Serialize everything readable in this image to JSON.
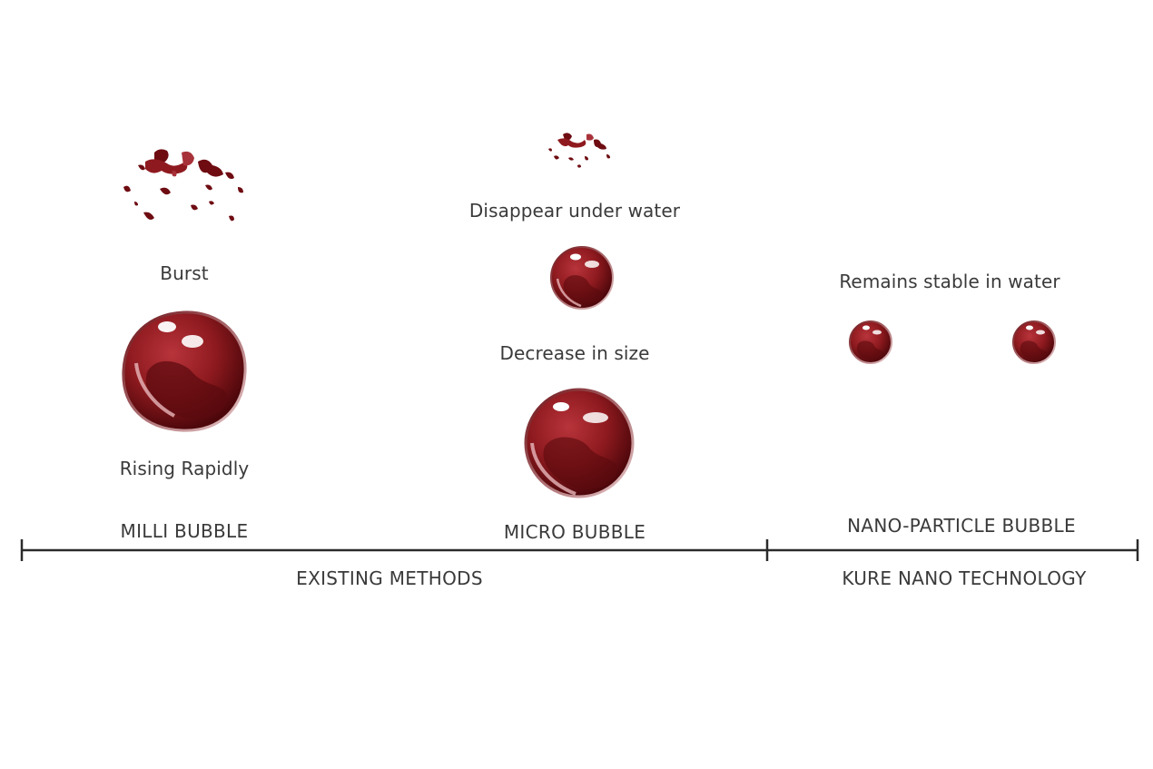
{
  "columns": {
    "milli": {
      "title": "MILLI BUBBLE",
      "labels": {
        "burst": "Burst",
        "rising": "Rising Rapidly"
      }
    },
    "micro": {
      "title": "MICRO BUBBLE",
      "labels": {
        "disappear": "Disappear under water",
        "decrease": "Decrease in size"
      }
    },
    "nano": {
      "title": "NANO-PARTICLE BUBBLE",
      "labels": {
        "stable": "Remains stable in water"
      }
    }
  },
  "axis": {
    "left_group": "EXISTING METHODS",
    "right_group": "KURE NANO TECHNOLOGY"
  },
  "colors": {
    "bubble_dark": "#5a0a0e",
    "bubble_mid": "#8e1a1f",
    "bubble_light": "#c04a50",
    "text": "#3a3a3a",
    "axis_line": "#2b2b2b"
  }
}
